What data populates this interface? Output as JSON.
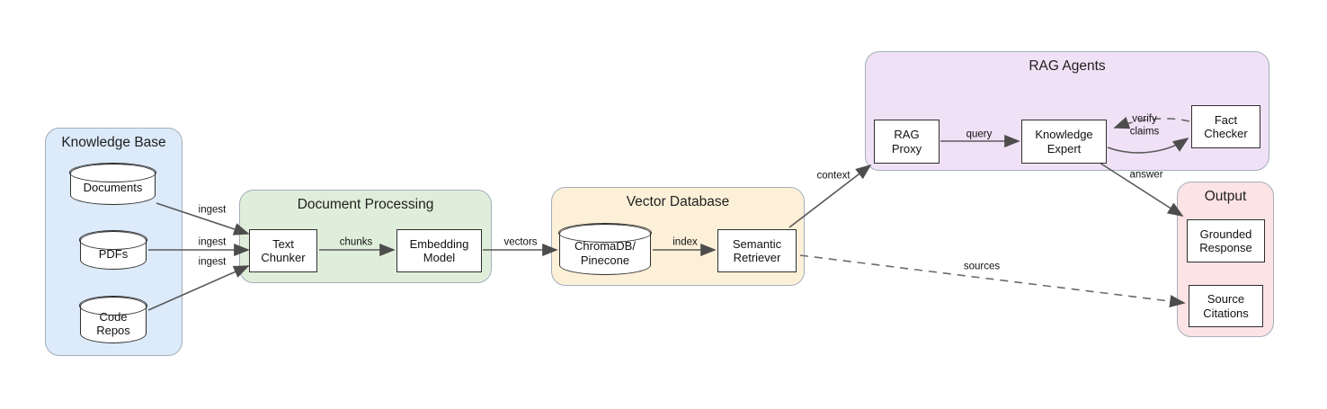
{
  "containers": [
    {
      "id": "knowledge-base",
      "title": "Knowledge Base",
      "fill": "#dceafa"
    },
    {
      "id": "document-processing",
      "title": "Document Processing",
      "fill": "#dfeeda"
    },
    {
      "id": "vector-database",
      "title": "Vector Database",
      "fill": "#fdf0d8"
    },
    {
      "id": "rag-agents",
      "title": "RAG Agents",
      "fill": "#f0e1f6"
    },
    {
      "id": "output",
      "title": "Output",
      "fill": "#fce3e6"
    }
  ],
  "nodes": [
    {
      "id": "documents",
      "shape": "cylinder",
      "group": "knowledge-base",
      "label": "Documents"
    },
    {
      "id": "pdfs",
      "shape": "cylinder",
      "group": "knowledge-base",
      "label": "PDFs"
    },
    {
      "id": "code-repos",
      "shape": "cylinder",
      "group": "knowledge-base",
      "label": "Code\nRepos"
    },
    {
      "id": "text-chunker",
      "shape": "rect",
      "group": "document-processing",
      "label": "Text\nChunker"
    },
    {
      "id": "embedding-model",
      "shape": "rect",
      "group": "document-processing",
      "label": "Embedding\nModel"
    },
    {
      "id": "chromadb-pinecone",
      "shape": "cylinder",
      "group": "vector-database",
      "label": "ChromaDB/\nPinecone"
    },
    {
      "id": "semantic-retriever",
      "shape": "rect",
      "group": "vector-database",
      "label": "Semantic\nRetriever"
    },
    {
      "id": "rag-proxy",
      "shape": "rect",
      "group": "rag-agents",
      "label": "RAG\nProxy"
    },
    {
      "id": "knowledge-expert",
      "shape": "rect",
      "group": "rag-agents",
      "label": "Knowledge\nExpert"
    },
    {
      "id": "fact-checker",
      "shape": "rect",
      "group": "rag-agents",
      "label": "Fact\nChecker"
    },
    {
      "id": "grounded-response",
      "shape": "rect",
      "group": "output",
      "label": "Grounded\nResponse"
    },
    {
      "id": "source-citations",
      "shape": "rect",
      "group": "output",
      "label": "Source\nCitations"
    }
  ],
  "edges": [
    {
      "from": "documents",
      "to": "text-chunker",
      "label": "ingest",
      "style": "solid"
    },
    {
      "from": "pdfs",
      "to": "text-chunker",
      "label": "ingest",
      "style": "solid"
    },
    {
      "from": "code-repos",
      "to": "text-chunker",
      "label": "ingest",
      "style": "solid"
    },
    {
      "from": "text-chunker",
      "to": "embedding-model",
      "label": "chunks",
      "style": "solid"
    },
    {
      "from": "embedding-model",
      "to": "chromadb-pinecone",
      "label": "vectors",
      "style": "solid"
    },
    {
      "from": "chromadb-pinecone",
      "to": "semantic-retriever",
      "label": "index",
      "style": "solid"
    },
    {
      "from": "semantic-retriever",
      "to": "rag-proxy",
      "label": "context",
      "style": "solid"
    },
    {
      "from": "rag-proxy",
      "to": "knowledge-expert",
      "label": "query",
      "style": "solid"
    },
    {
      "from": "knowledge-expert",
      "to": "fact-checker",
      "label": "",
      "style": "solid"
    },
    {
      "from": "fact-checker",
      "to": "knowledge-expert",
      "label": "verify\nclaims",
      "style": "dashed"
    },
    {
      "from": "knowledge-expert",
      "to": "grounded-response",
      "label": "answer",
      "style": "solid"
    },
    {
      "from": "semantic-retriever",
      "to": "source-citations",
      "label": "sources",
      "style": "dashed"
    }
  ],
  "colors": {
    "canvas_bg": "#ffffff",
    "container_border": "#a3aebb",
    "node_fill": "#ffffff",
    "node_border": "#2e2e2e",
    "edge_stroke": "#5a5a5a",
    "arrowhead": "#4d4d4d",
    "label_text": "#111111"
  }
}
